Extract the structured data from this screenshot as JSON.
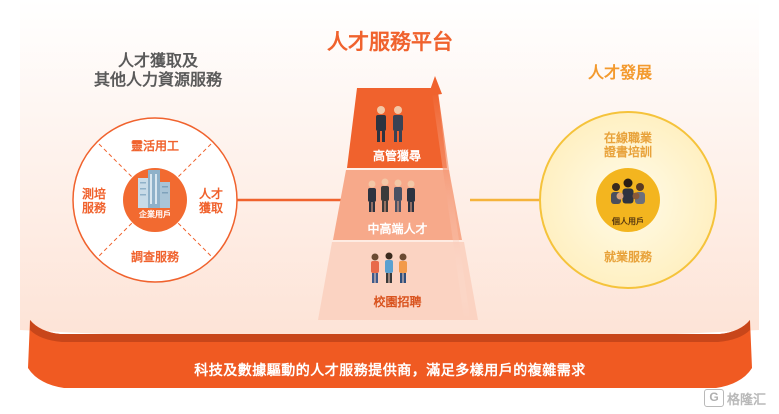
{
  "left_panel": {
    "title_line1": "人才獲取及",
    "title_line2": "其他人力資源服務",
    "segment_top": "靈活用工",
    "segment_left_line1": "測培",
    "segment_left_line2": "服務",
    "segment_right_line1": "人才",
    "segment_right_line2": "獲取",
    "segment_bottom": "調查服務",
    "hub_label": "企業用戶"
  },
  "center_panel": {
    "title": "人才服務平台",
    "tier_top": "高管獵尋",
    "tier_middle": "中高端人才",
    "tier_bottom": "校園招聘"
  },
  "right_panel": {
    "title": "人才發展",
    "item_top_line1": "在線職業",
    "item_top_line2": "證書培訓",
    "hub_label": "個人用戶",
    "item_bottom": "就業服務"
  },
  "banner": {
    "text": "科技及數據驅動的人才服務提供商，滿足多樣用戶的複雜需求"
  },
  "watermark": {
    "logo_glyph": "G",
    "text": "格隆汇"
  },
  "colors": {
    "primary_orange": "#f0622d",
    "light_orange": "#f7a98a",
    "pale_orange": "#fbd3c2",
    "gold": "#f5c33b",
    "pale_gold": "#fff3c9",
    "banner": "#f05a22"
  }
}
